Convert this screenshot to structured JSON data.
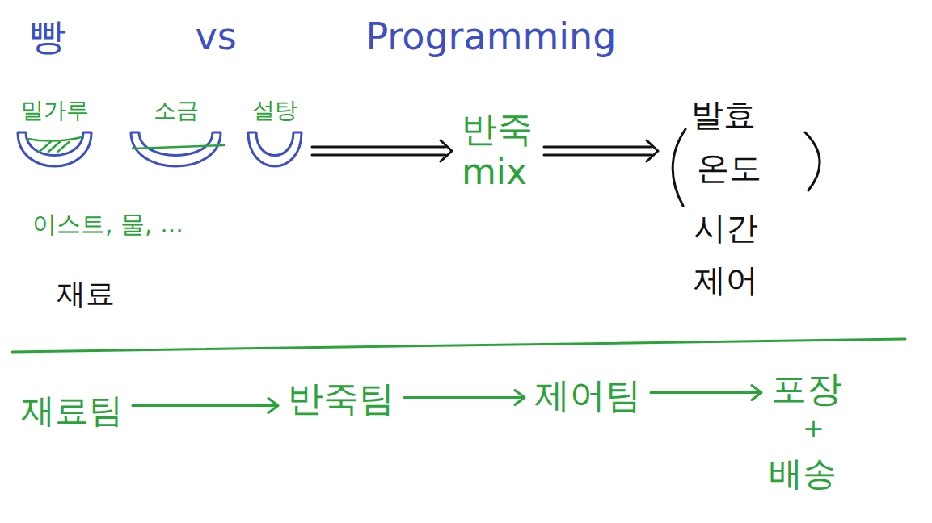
{
  "diagram": {
    "title": "빵 vs Programming",
    "nodes": [
      {
        "text": [
          "이스트, 물, ...",
          "재료"
        ]
      },
      {
        "text": [
          "밀가루"
        ],
        "in": 0
      },
      {
        "text": [
          "소금"
        ],
        "in": 0
      },
      {
        "text": [
          "설탕"
        ],
        "in": 0
      },
      {
        "text": [
          "반죽 mix"
        ]
      },
      {
        "text": [
          "발효",
          "온도",
          "시간 제어"
        ]
      },
      {
        "text": [
          "재료팀"
        ]
      },
      {
        "text": [
          "반죽팀"
        ]
      },
      {
        "text": [
          "제어팀"
        ]
      },
      {
        "text": [
          "포장"
        ]
      },
      {
        "text": [
          "배송"
        ]
      }
    ],
    "edges": [
      {
        "from": 0,
        "to": 4,
        "arrow": "to"
      },
      {
        "from": 4,
        "to": 5,
        "arrow": "to"
      },
      {
        "from": 6,
        "to": 7,
        "arrow": "to"
      },
      {
        "from": 7,
        "to": 8,
        "arrow": "to"
      },
      {
        "from": 8,
        "to": 9,
        "arrow": "to"
      }
    ],
    "labels": [
      "+"
    ]
  }
}
